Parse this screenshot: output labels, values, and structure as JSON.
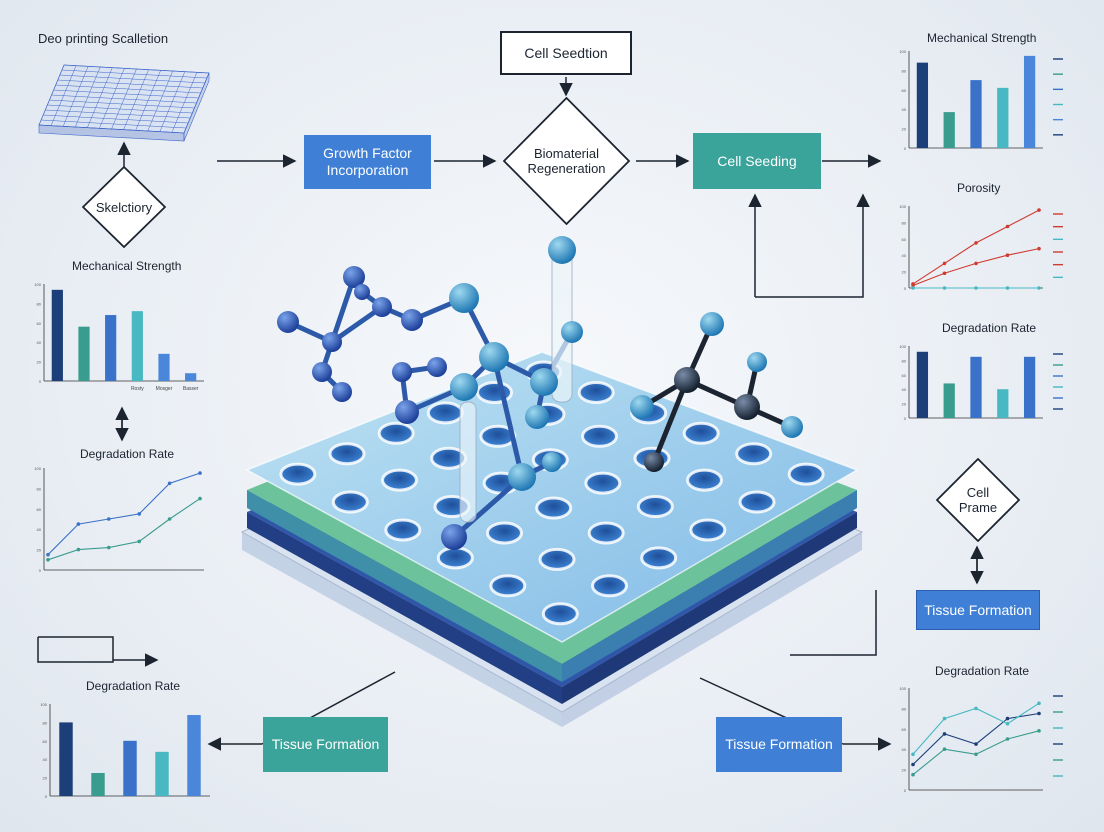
{
  "colors": {
    "navy": "#1c3f7a",
    "teal": "#3a9c8e",
    "blue": "#3a72c9",
    "cyan": "#48b8c2",
    "red": "#cf3b2f",
    "box_blue": "#3f7fd6",
    "box_teal": "#3aa39a"
  },
  "labels": {
    "scaffold_title": "Deo printing Scalletion",
    "cell_seedtion": "Cell Seedtion",
    "growth_factor": "Growth Factor Incorporation",
    "biomaterial": "Biomaterial Regeneration",
    "cell_seeding": "Cell Seeding",
    "skeletory": "Skelctiory",
    "cell_prame": "Cell Prame",
    "tissue_formation_right": "Tissue Formation",
    "tissue_formation_bottom_left": "Tissue Formation",
    "tissue_formation_bottom_right": "Tissue Formation"
  },
  "icons": [
    "scaffold-grid-icon",
    "molecule-icon",
    "porous-scaffold-icon",
    "arrow-icon"
  ],
  "chart_data": [
    {
      "id": "mech-top-right",
      "type": "bar",
      "title": "Mechanical Strength",
      "ylim": [
        0,
        100
      ],
      "values": [
        88,
        37,
        70,
        62,
        95
      ],
      "colors": [
        "#1c3f7a",
        "#3a9c8e",
        "#3a72c9",
        "#48b8c2",
        "#4a86d9"
      ],
      "legend_placement": "right"
    },
    {
      "id": "porosity-right",
      "type": "line",
      "title": "Porosity",
      "ylim": [
        0,
        100
      ],
      "series": [
        {
          "values": [
            5,
            30,
            55,
            75,
            95
          ],
          "color": "#cf3b2f"
        },
        {
          "values": [
            3,
            18,
            30,
            40,
            48
          ],
          "color": "#cf3b2f"
        },
        {
          "values": [
            0,
            0,
            0,
            0,
            0
          ],
          "color": "#48b8c2"
        }
      ],
      "legend_placement": "right"
    },
    {
      "id": "degradation-right",
      "type": "bar",
      "title": "Degradation Rate",
      "ylim": [
        0,
        100
      ],
      "values": [
        92,
        48,
        85,
        40,
        85
      ],
      "colors": [
        "#1c3f7a",
        "#3a9c8e",
        "#3a72c9",
        "#48b8c2",
        "#3a72c9"
      ],
      "legend_placement": "right"
    },
    {
      "id": "mech-left",
      "type": "bar",
      "title": "Mechanical Strength",
      "ylim": [
        0,
        100
      ],
      "values": [
        94,
        56,
        68,
        72,
        28,
        8
      ],
      "colors": [
        "#1c3f7a",
        "#3a9c8e",
        "#3a72c9",
        "#48b8c2",
        "#4a86d9",
        "#4a86d9"
      ],
      "categories": [
        "",
        "",
        "",
        "Rosty",
        "Mosger",
        "Basser"
      ]
    },
    {
      "id": "degradation-left-line",
      "type": "line",
      "title": "Degradation Rate",
      "ylim": [
        0,
        100
      ],
      "series": [
        {
          "values": [
            15,
            45,
            50,
            55,
            85,
            95
          ],
          "color": "#3a72c9"
        },
        {
          "values": [
            10,
            20,
            22,
            28,
            50,
            70
          ],
          "color": "#3a9c8e"
        }
      ]
    },
    {
      "id": "degradation-bottom-left",
      "type": "bar",
      "title": "Degradation Rate",
      "ylim": [
        0,
        100
      ],
      "values": [
        80,
        25,
        60,
        48,
        88
      ],
      "colors": [
        "#1c3f7a",
        "#3a9c8e",
        "#3a72c9",
        "#48b8c2",
        "#4a86d9"
      ]
    },
    {
      "id": "degradation-bottom-right",
      "type": "line",
      "title": "Degradation Rate",
      "ylim": [
        0,
        100
      ],
      "series": [
        {
          "values": [
            25,
            55,
            45,
            70,
            75
          ],
          "color": "#1c3f7a"
        },
        {
          "values": [
            15,
            40,
            35,
            50,
            58
          ],
          "color": "#3a9c8e"
        },
        {
          "values": [
            35,
            70,
            80,
            65,
            85
          ],
          "color": "#48b8c2"
        }
      ],
      "legend_placement": "right"
    }
  ]
}
